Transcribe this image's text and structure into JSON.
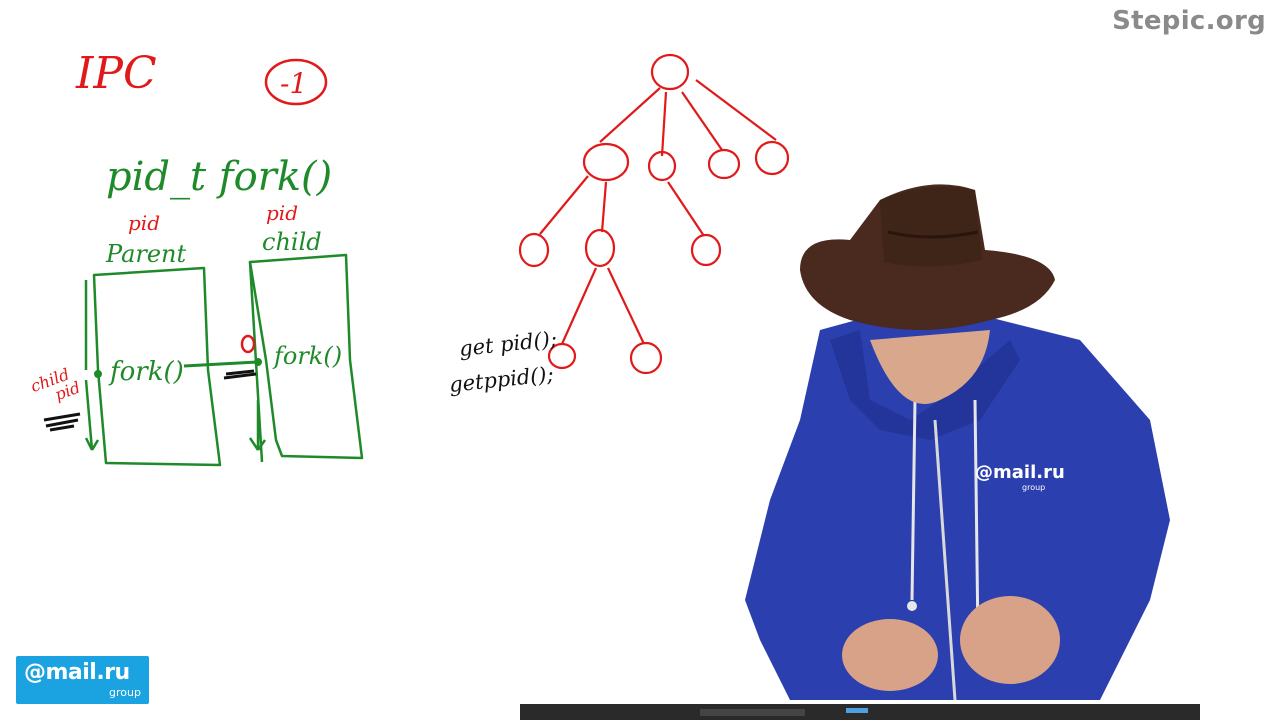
{
  "watermark": "Stepic.org",
  "logo": {
    "brand": "@mail.ru",
    "sub": "group"
  },
  "board": {
    "title": "IPC",
    "return_error": "-1",
    "signature": "pid_t  fork()",
    "parent_pid_label": "pid",
    "parent_label": "Parent",
    "child_pid_label": "pid",
    "child_label": "child",
    "parent_call": "fork()",
    "child_call": "fork()",
    "child_return": "0",
    "parent_return_label_1": "child",
    "parent_return_label_2": "pid",
    "getpid": "get pid();",
    "getppid": "getppid();"
  },
  "presenter": {
    "shirt_logo": "@mail.ru",
    "shirt_logo_sub": "group"
  },
  "colors": {
    "marker_green": "#1f8a2a",
    "marker_red": "#e01a1a",
    "marker_black": "#111111",
    "hoodie": "#2b3fae",
    "hat": "#4a2a1e",
    "logo_bg": "#1aa3e0"
  }
}
